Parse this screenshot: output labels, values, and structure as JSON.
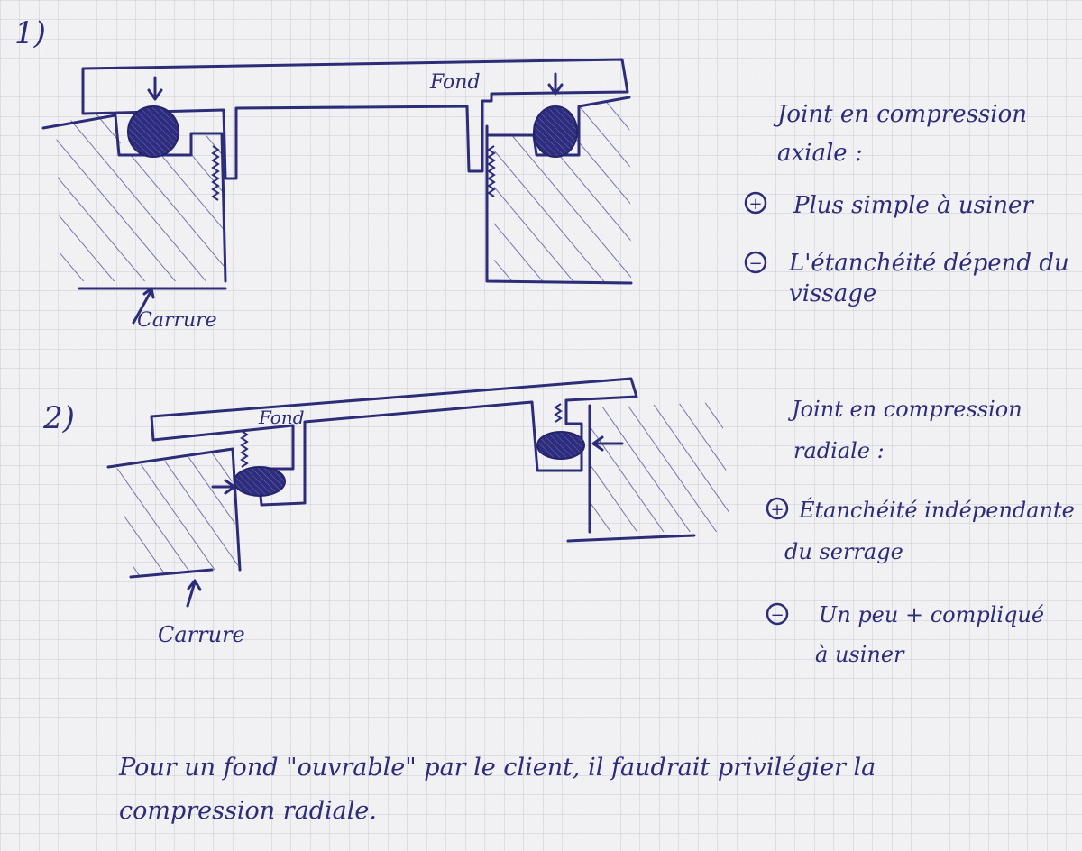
{
  "section1": {
    "number": "1)",
    "label_fond": "Fond",
    "label_carrure": "Carrure",
    "title_line1": "Joint en compression",
    "title_line2": "axiale :",
    "plus_sign": "+",
    "plus_text": "Plus simple à usiner",
    "minus_sign": "−",
    "minus_text_line1": "L'étanchéité dépend du",
    "minus_text_line2": "vissage"
  },
  "section2": {
    "number": "2)",
    "label_fond": "Fond",
    "label_carrure": "Carrure",
    "title_line1": "Joint en compression",
    "title_line2": "radiale :",
    "plus_sign": "+",
    "plus_text_line1": "Étanchéité indépendante",
    "plus_text_line2": "du serrage",
    "minus_sign": "−",
    "minus_text_line1": "Un peu + compliqué",
    "minus_text_line2": "à usiner"
  },
  "conclusion": {
    "line1": "Pour un fond \"ouvrable\" par le client, il faudrait privilégier la",
    "line2": "compression radiale."
  },
  "colors": {
    "ink": "#2c2c78",
    "paper": "#f1f1f3",
    "grid": "#c9c9d4"
  }
}
